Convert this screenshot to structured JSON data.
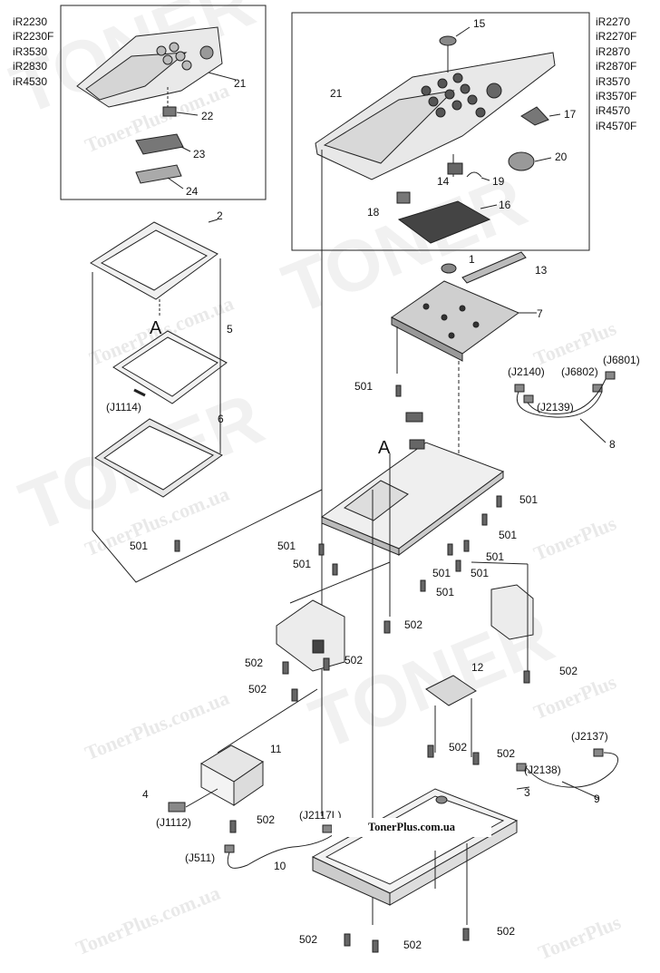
{
  "models_left": [
    "iR2230",
    "iR2230F",
    "iR3530",
    "iR2830",
    "iR4530"
  ],
  "models_right": [
    "iR2270",
    "iR2270F",
    "iR2870",
    "iR2870F",
    "iR3570",
    "iR3570F",
    "iR4570",
    "iR4570F"
  ],
  "watermark": {
    "site": "TonerPlus.com.ua",
    "brand": "TonerPlus",
    "logo": "TONER"
  },
  "banner": "TonerPlus.com.ua",
  "labels": {
    "p1": "1",
    "p2": "2",
    "p3": "3",
    "p4": "4",
    "p5": "5",
    "p6": "6",
    "p7": "7",
    "p8": "8",
    "p9": "9",
    "p10": "10",
    "p11": "11",
    "p12": "12",
    "p13": "13",
    "p14": "14",
    "p15": "15",
    "p16": "16",
    "p17": "17",
    "p18": "18",
    "p19": "19",
    "p20": "20",
    "p21a": "21",
    "p21b": "21",
    "p22": "22",
    "p23": "23",
    "p24": "24",
    "A1": "A",
    "A2": "A",
    "s501": "501",
    "s502": "502",
    "J1114": "(J1114)",
    "J2140": "(J2140)",
    "J6802": "(J6802)",
    "J6801": "(J6801)",
    "J2139": "(J2139)",
    "J2137": "(J2137)",
    "J2138": "(J2138)",
    "J1112": "(J1112)",
    "J511": "(J511)",
    "J2117L": "(J2117L)"
  }
}
